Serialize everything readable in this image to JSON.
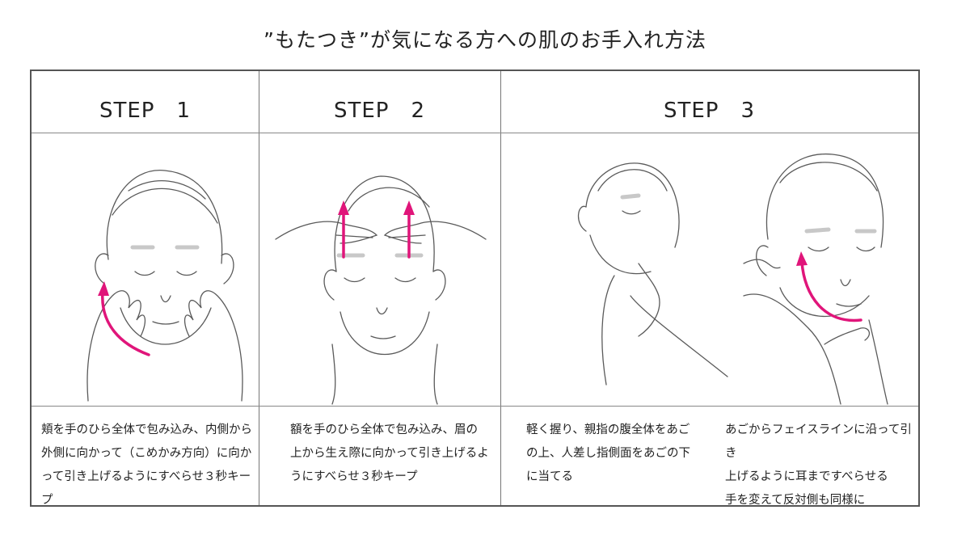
{
  "title": "”もたつき”が気になる方への肌のお手入れ方法",
  "steps": [
    {
      "label": "STEP　1",
      "lines": [
        "頬を手のひら全体で包み込み、内側から",
        "外側に向かって（こめかみ方向）に向か",
        "って引き上げるようにすべらせ３秒キープ"
      ]
    },
    {
      "label": "STEP　2",
      "lines": [
        "額を手のひら全体で包み込み、眉の",
        "上から生え際に向かって引き上げるよ",
        "うにすべらせ３秒キープ"
      ]
    },
    {
      "label": "STEP　3",
      "lines_a": [
        "軽く握り、親指の腹全体をあご",
        "の上、人差し指側面をあごの下",
        "に当てる"
      ],
      "lines_b": [
        "あごからフェイスラインに沿って引き",
        "上げるように耳まですべらせる",
        "手を変えて反対側も同様に"
      ]
    }
  ],
  "colors": {
    "arrow": "#e0157a",
    "border": "#555555",
    "line": "#5a5a5a"
  }
}
